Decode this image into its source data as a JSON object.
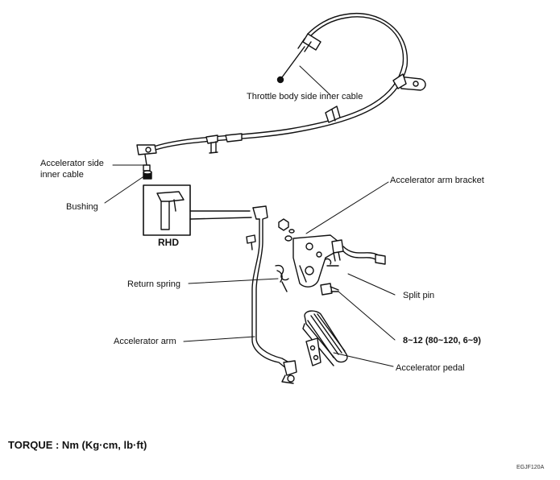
{
  "labels": {
    "throttle_cable": "Throttle body side inner cable",
    "accel_side_cable": "Accelerator side\ninner cable",
    "bushing": "Bushing",
    "rhd": "RHD",
    "arm_bracket": "Accelerator arm bracket",
    "return_spring": "Return spring",
    "split_pin": "Split pin",
    "accel_arm": "Accelerator arm",
    "torque_spec": "8~12 (80~120, 6~9)",
    "accel_pedal": "Accelerator pedal"
  },
  "footer": {
    "torque_units": "TORQUE : Nm (Kg·cm, lb·ft)",
    "figure_code": "EGJF120A"
  }
}
